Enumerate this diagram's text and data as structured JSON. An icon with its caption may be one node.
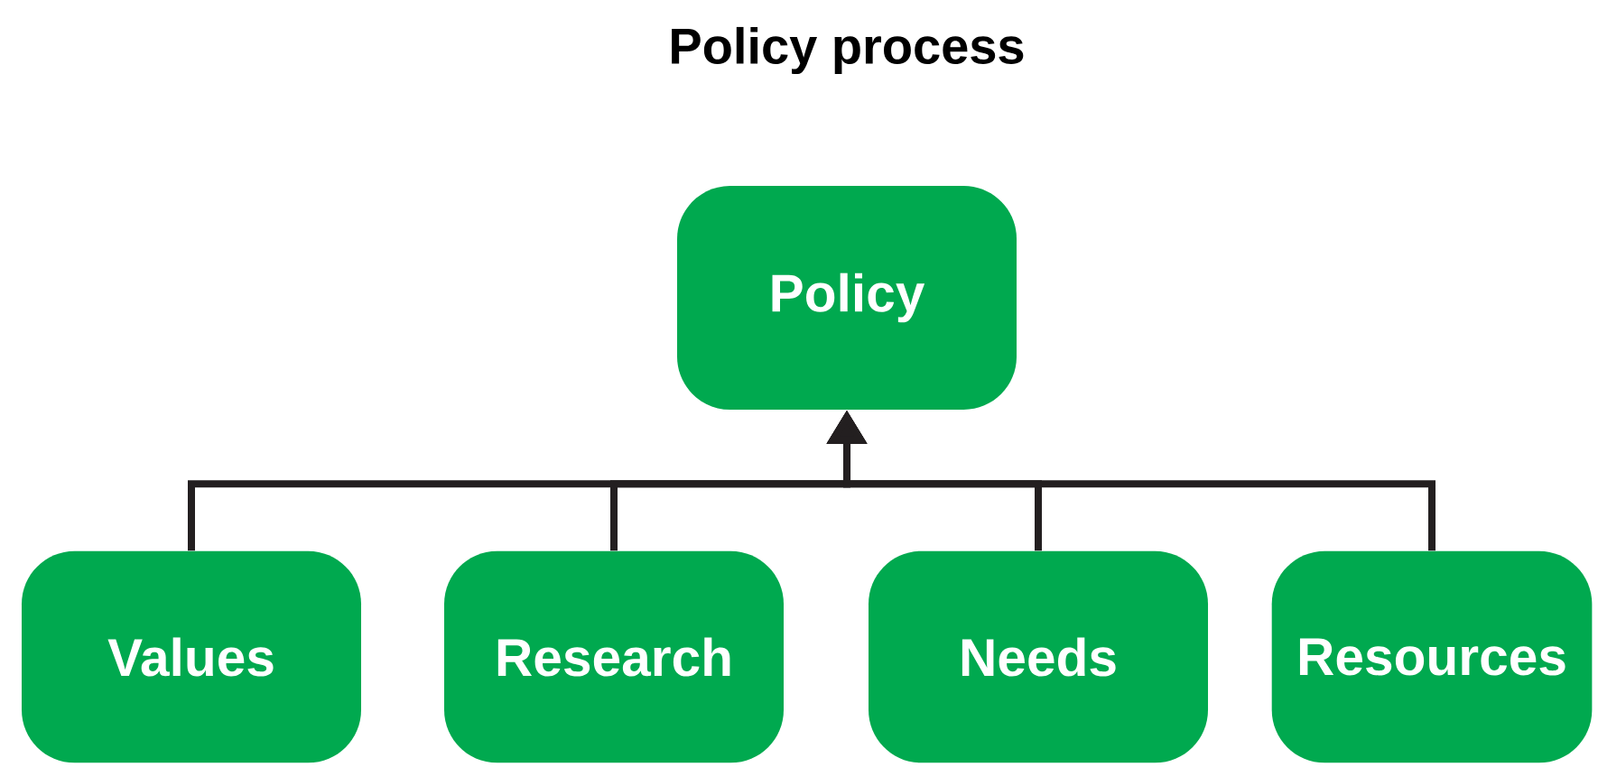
{
  "diagram": {
    "title": "Policy process",
    "nodes": [
      {
        "text": [
          "Policy"
        ]
      },
      {
        "text": [
          "Values"
        ]
      },
      {
        "text": [
          "Research"
        ]
      },
      {
        "text": [
          "Needs"
        ]
      },
      {
        "text": [
          "Resources"
        ]
      }
    ],
    "edges": [
      {
        "from": 1,
        "to": 0,
        "arrow": "to"
      },
      {
        "from": 2,
        "to": 0,
        "arrow": "to"
      },
      {
        "from": 3,
        "to": 0,
        "arrow": "to"
      },
      {
        "from": 4,
        "to": 0,
        "arrow": "to"
      }
    ]
  }
}
